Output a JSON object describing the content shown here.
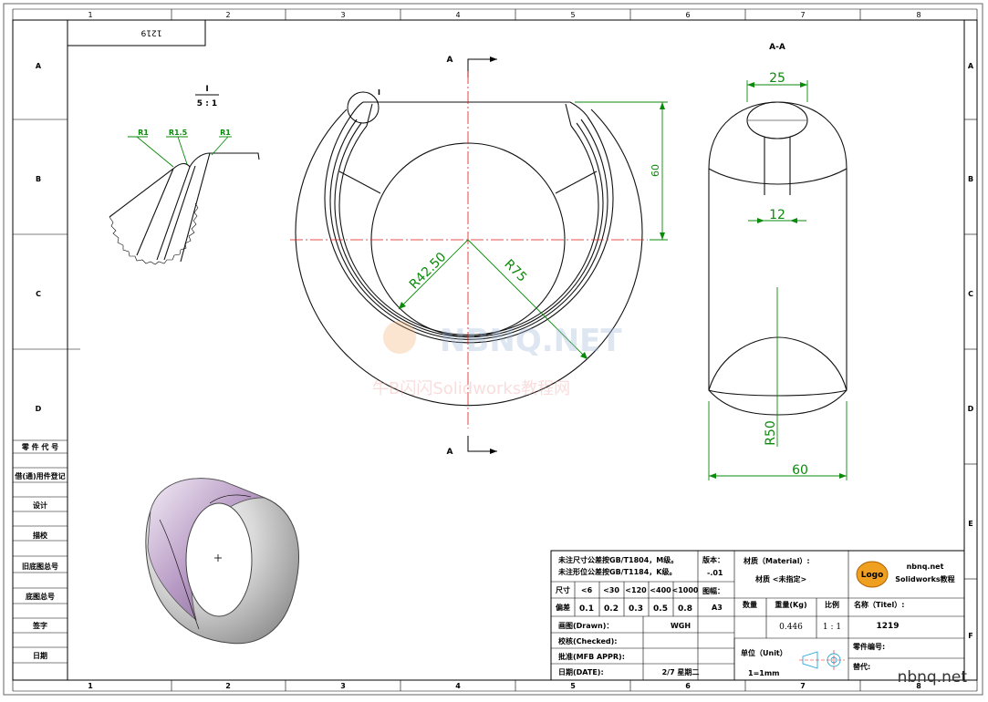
{
  "sheet": {
    "drawing_number": "1219",
    "columns": [
      "1",
      "2",
      "3",
      "4",
      "5",
      "6",
      "7",
      "8"
    ],
    "rows": [
      "A",
      "B",
      "C",
      "D",
      "E",
      "F"
    ],
    "watermark_logo": "NBNQ.NET",
    "watermark_sub": "牛B闪闪Solidworks教程网",
    "corner_watermark": "nbnq.net",
    "colors": {
      "dimension": "#0a8a0a",
      "centerline": "#e01818",
      "frame": "#000000",
      "hatch": "#222222"
    }
  },
  "detail_view": {
    "label": "I",
    "scale": "5 : 1",
    "fillets": [
      "R1",
      "R1.5",
      "R1"
    ]
  },
  "front_view": {
    "section_marker": "A",
    "detail_marker": "I",
    "dimensions": {
      "inner_radius": "R42.50",
      "outer_radius": "R75",
      "height": "60"
    }
  },
  "section_view": {
    "title": "A-A",
    "dimensions": {
      "top_width": "25",
      "hole_width": "12",
      "radius": "R50",
      "total_width": "60"
    }
  },
  "left_strip": [
    "零 件 代 号",
    "借(通)用件登记",
    "设计",
    "描校",
    "旧底图总号",
    "底图总号",
    "签字",
    "日期"
  ],
  "title_block": {
    "notes": [
      "未注尺寸公差按GB/T1804，M级。",
      "未注形位公差按GB/T1184，K级。"
    ],
    "version_label": "版本：",
    "version_value": "-.01",
    "size_header": "尺寸",
    "tolerance_header": "偏差",
    "size_ranges": [
      "<6",
      "<30",
      "<120",
      "<400",
      "<1000"
    ],
    "tolerances": [
      "0.1",
      "0.2",
      "0.3",
      "0.5",
      "0.8"
    ],
    "sheet_size_label": "图幅：",
    "sheet_size_value": "A3",
    "material_label": "材质（Material）:",
    "material_value": "材质 <未指定>",
    "logo_text": "Logo",
    "company": "nbnq.net",
    "company_sub": "Solidworks教程",
    "quantity_label": "数量",
    "weight_label": "重量(Kg)",
    "scale_label": "比例",
    "weight_value": "0.446",
    "scale_value": "1 : 1",
    "name_label": "名称（Titel）:",
    "name_value": "1219",
    "drawn_label": "画图(Drawn)：",
    "drawn_value": "WGH",
    "checked_label": "校核(Checked):",
    "approved_label": "批准(MFB APPR):",
    "date_label": "日期(DATE):",
    "date_value": "2/7 星期二",
    "unit_label": "单位（Unit）",
    "unit_value": "1=1mm",
    "part_number_label": "零件编号:",
    "replace_label": "替代:"
  }
}
